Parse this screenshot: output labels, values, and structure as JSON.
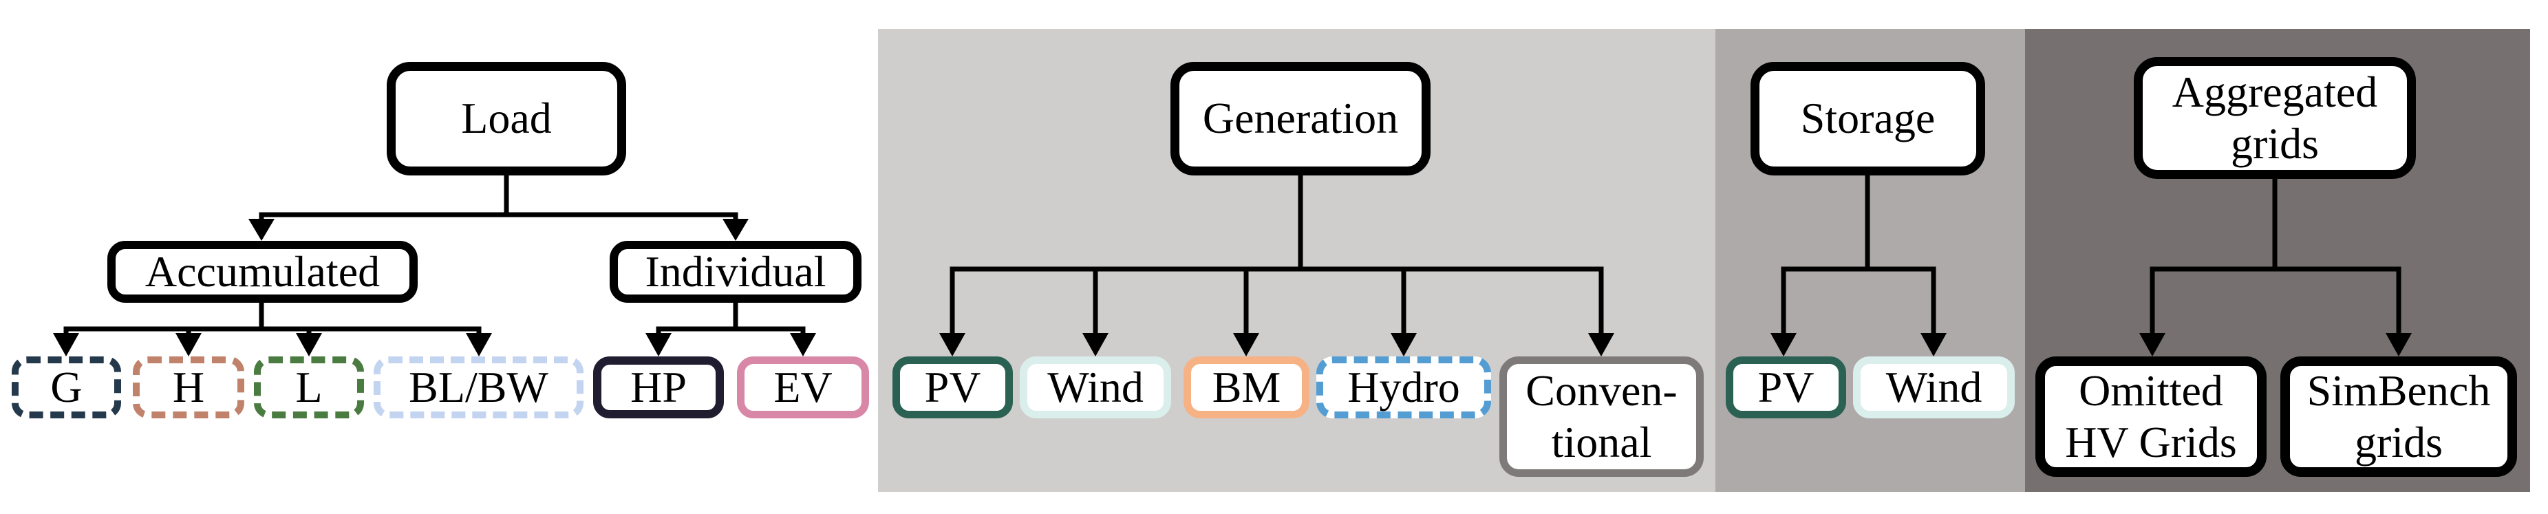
{
  "diagram": {
    "edge_color": "#000000",
    "sections": {
      "load": {
        "bg": "#ffffff"
      },
      "generation": {
        "bg": "#d0cecd"
      },
      "storage": {
        "bg": "#aeaaaa"
      },
      "aggregated": {
        "bg": "#767070"
      }
    },
    "nodes": {
      "load": {
        "label": "Load",
        "border": "#000000",
        "style": "solid"
      },
      "accumulated": {
        "label": "Accumulated",
        "border": "#000000",
        "style": "solid"
      },
      "individual": {
        "label": "Individual",
        "border": "#000000",
        "style": "solid"
      },
      "g": {
        "label": "G",
        "border": "#24394b",
        "style": "dashed"
      },
      "h": {
        "label": "H",
        "border": "#c1826b",
        "style": "dashed"
      },
      "l": {
        "label": "L",
        "border": "#4a7b40",
        "style": "dashed"
      },
      "bl_bw": {
        "label": "BL/BW",
        "border": "#c3d4f0",
        "style": "dashed"
      },
      "hp": {
        "label": "HP",
        "border": "#201d31",
        "style": "solid"
      },
      "ev": {
        "label": "EV",
        "border": "#d887a7",
        "style": "solid"
      },
      "generation": {
        "label": "Generation",
        "border": "#000000",
        "style": "solid"
      },
      "pv_generation": {
        "label": "PV",
        "border": "#2b6152",
        "style": "solid"
      },
      "wind_generation": {
        "label": "Wind",
        "border": "#daeeeb",
        "style": "solid"
      },
      "bm": {
        "label": "BM",
        "border": "#f6b285",
        "style": "solid"
      },
      "hydro": {
        "label": "Hydro",
        "border": "#549dd3",
        "style": "dashed"
      },
      "conventional": {
        "label": "Conven-\ntional",
        "border": "#7e7a7a",
        "style": "solid"
      },
      "storage": {
        "label": "Storage",
        "border": "#000000",
        "style": "solid"
      },
      "pv_storage": {
        "label": "PV",
        "border": "#2b6152",
        "style": "solid"
      },
      "wind_storage": {
        "label": "Wind",
        "border": "#daeeeb",
        "style": "solid"
      },
      "aggregated_grids": {
        "label": "Aggregated\ngrids",
        "border": "#000000",
        "style": "solid"
      },
      "omitted_hv_grids": {
        "label": "Omitted\nHV Grids",
        "border": "#000000",
        "style": "solid"
      },
      "simbench_grids": {
        "label": "SimBench\ngrids",
        "border": "#000000",
        "style": "solid"
      }
    }
  }
}
